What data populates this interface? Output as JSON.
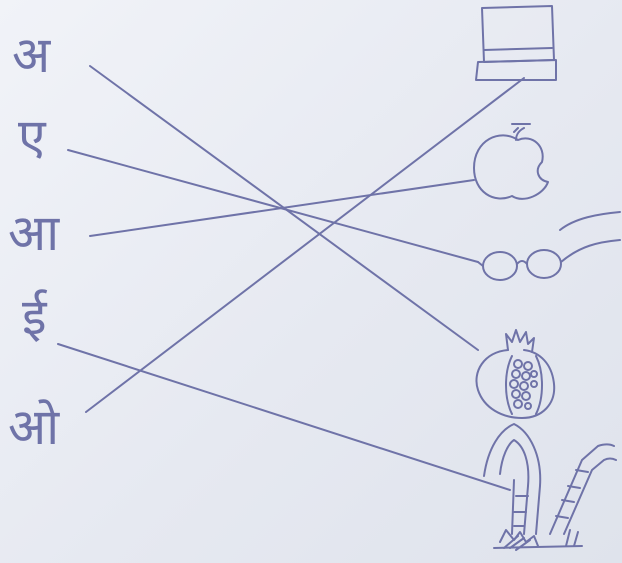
{
  "letters": [
    {
      "id": "a",
      "text": "अ"
    },
    {
      "id": "e",
      "text": "ए"
    },
    {
      "id": "aa",
      "text": "आ"
    },
    {
      "id": "i",
      "text": "ई"
    },
    {
      "id": "o",
      "text": "ओ"
    }
  ],
  "pictures": [
    "laptop",
    "apple",
    "spectacles",
    "pomegranate",
    "sugarcane"
  ],
  "matches": [
    {
      "letter": "अ",
      "picture": "pomegranate"
    },
    {
      "letter": "ए",
      "picture": "spectacles"
    },
    {
      "letter": "आ",
      "picture": "apple"
    },
    {
      "letter": "ई",
      "picture": "sugarcane"
    },
    {
      "letter": "ओ",
      "picture": "laptop"
    }
  ],
  "ink_color": "#6f73a8",
  "paper_color": "#e9ecf3"
}
